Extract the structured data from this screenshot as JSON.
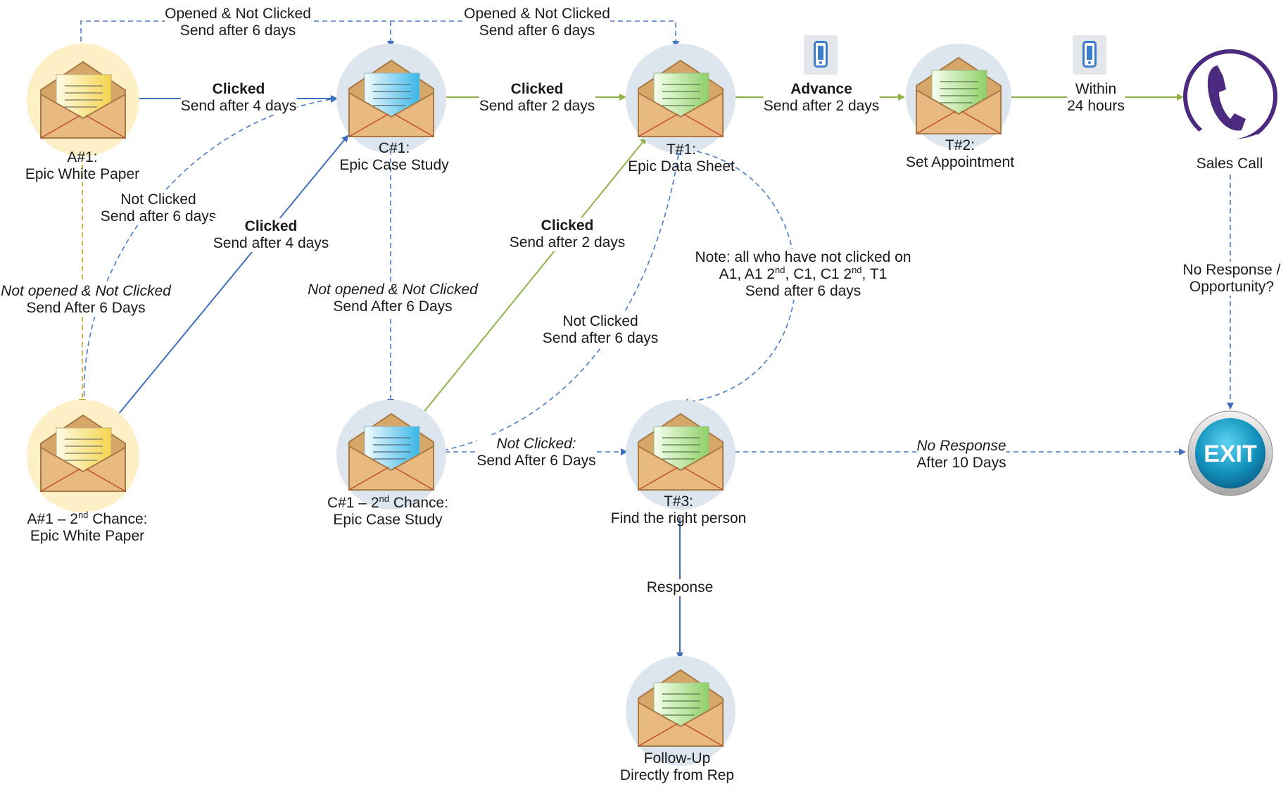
{
  "nodes": {
    "a1": {
      "code": "A#1:",
      "name": "Epic White Paper"
    },
    "a1_2nd": {
      "code_prefix": "A#1 – 2",
      "code_sup": "nd",
      "code_suffix": " Chance:",
      "name": "Epic White Paper"
    },
    "c1": {
      "code": "C#1:",
      "name": "Epic Case Study"
    },
    "c1_2nd": {
      "code_prefix": "C#1 – 2",
      "code_sup": "nd",
      "code_suffix": " Chance:",
      "name": "Epic Case Study"
    },
    "t1": {
      "code": "T#1:",
      "name": "Epic Data Sheet"
    },
    "t2": {
      "code": "T#2:",
      "name": "Set Appointment"
    },
    "t3": {
      "code": "T#3:",
      "name": "Find the right person"
    },
    "follow_up": {
      "line1": "Follow-Up",
      "line2": "Directly from Rep"
    },
    "sales_call": {
      "name": "Sales Call"
    },
    "exit": {
      "label": "EXIT"
    }
  },
  "edges": {
    "a1_to_c1_top": {
      "line1": "Opened & Not Clicked",
      "line2": "Send after 6 days"
    },
    "c1_to_t1_top": {
      "line1": "Opened & Not Clicked",
      "line2": "Send after 6 days"
    },
    "a1_to_c1": {
      "line1": "Clicked",
      "line2": "Send after 4 days"
    },
    "c1_to_t1": {
      "line1": "Clicked",
      "line2": "Send after 2 days"
    },
    "t1_to_t2": {
      "line1": "Advance",
      "line2": "Send after 2 days"
    },
    "t2_to_call": {
      "line1": "Within",
      "line2": "24 hours"
    },
    "a1_not_clicked": {
      "line1": "Not Clicked",
      "line2": "Send after 6 days"
    },
    "a1_2nd_clicked": {
      "line1": "Clicked",
      "line2": "Send after 4 days"
    },
    "a1_not_opened": {
      "line1": "Not opened & Not Clicked",
      "line2": "Send After 6 Days"
    },
    "c1_not_opened": {
      "line1": "Not opened & Not Clicked",
      "line2": "Send After 6 Days"
    },
    "c1_2nd_clicked": {
      "line1": "Clicked",
      "line2": "Send after 2 days"
    },
    "c1_not_clicked": {
      "line1": "Not Clicked",
      "line2": "Send after 6 days"
    },
    "c1_2nd_not_clicked": {
      "line1": "Not Clicked:",
      "line2": "Send After 6 Days"
    },
    "t3_exit": {
      "line1": "No Response",
      "line2": "After 10 Days"
    },
    "t3_response": {
      "line1": "Response"
    },
    "call_exit": {
      "line1": "No Response /",
      "line2": "Opportunity?"
    }
  },
  "note": {
    "line1": "Note: all who have not clicked on",
    "line2_a": "A1, A1 2",
    "line2_sup1": "nd",
    "line2_b": ", C1, C1 2",
    "line2_sup2": "nd",
    "line2_c": ", T1",
    "line3": "Send after 6 days"
  },
  "colors": {
    "dashed_blue": "#4a7bc4",
    "solid_blue": "#3f6fbd",
    "green": "#8db34a",
    "dashed_gold": "#c9a227",
    "node_yellow": "#fdf0c7",
    "node_blue": "#dde5ef",
    "phone_purple": "#4b2a7f"
  },
  "icons": {
    "envelope": "envelope-icon",
    "phone": "mobile-phone-icon",
    "call": "phone-call-icon",
    "exit": "exit-button-icon"
  }
}
